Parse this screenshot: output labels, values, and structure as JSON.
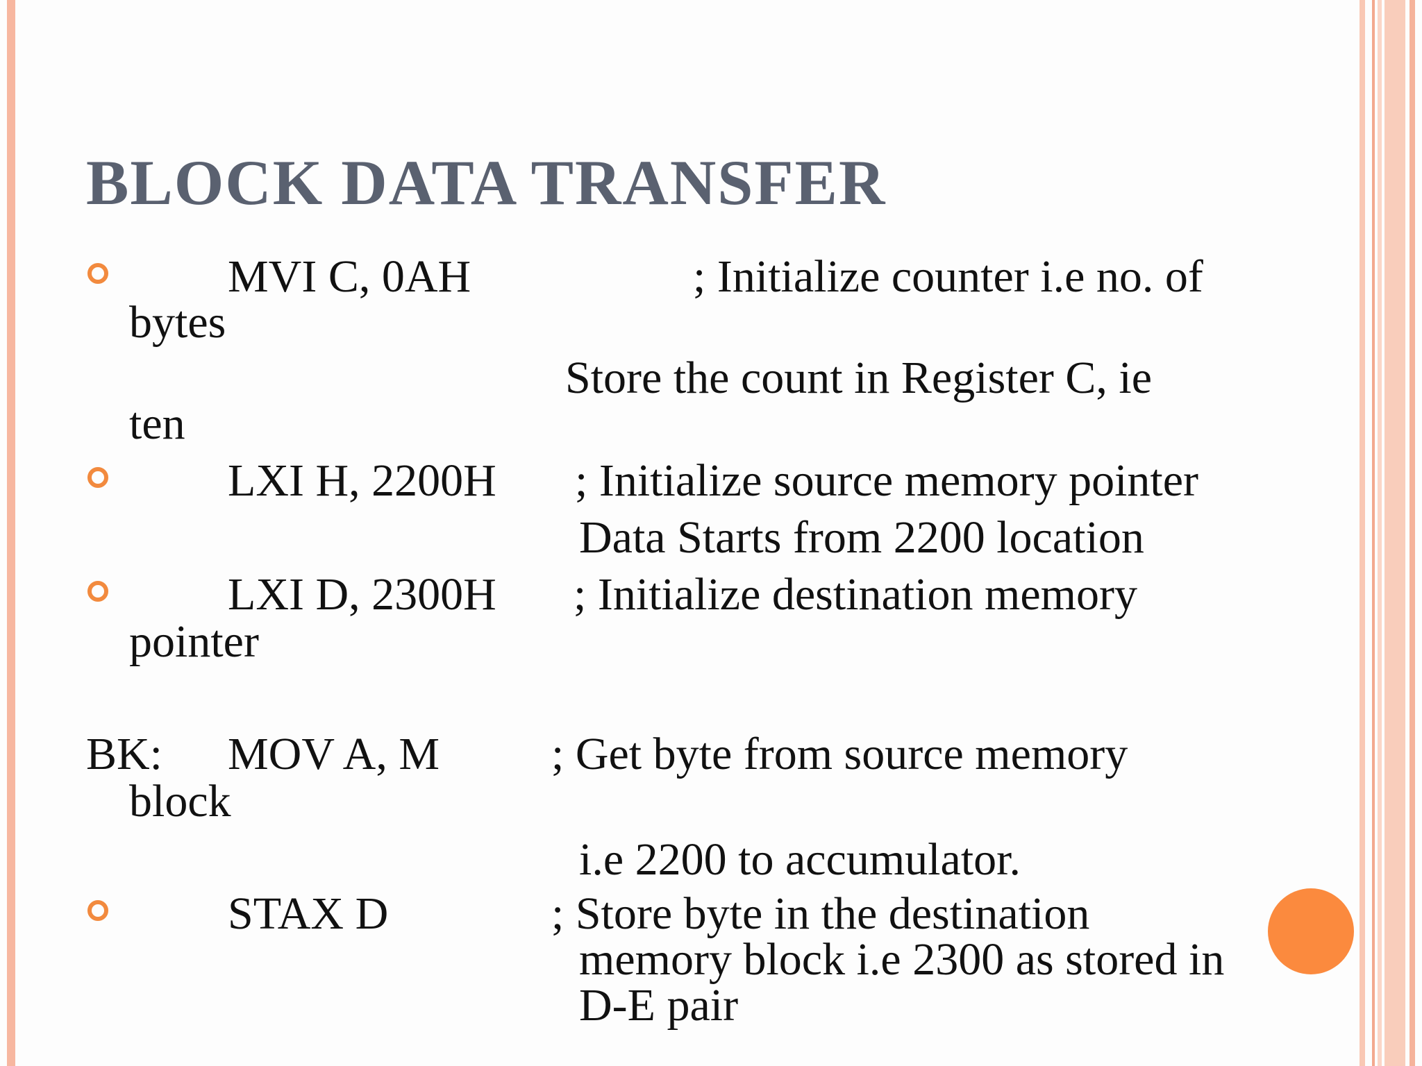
{
  "slide": {
    "title": "BLOCK DATA TRANSFER",
    "lines": {
      "l1_instr": "MVI C, 0AH",
      "l1_comment": "; Initialize counter i.e no. of",
      "l1_wrap": "bytes",
      "l2_comment": "Store the count in Register C, ie",
      "l2_wrap": "ten",
      "l3_instr": "LXI H, 2200H",
      "l3_comment": "; Initialize source memory pointer",
      "l3_comment2": "Data Starts from 2200 location",
      "l4_instr": "LXI D, 2300H",
      "l4_comment": "; Initialize destination memory",
      "l4_wrap": "pointer",
      "l5_label": "BK:",
      "l5_instr": "MOV A, M",
      "l5_comment": "; Get byte from source memory",
      "l5_wrap": "block",
      "l5_comment2": "i.e 2200 to accumulator.",
      "l6_instr": "STAX D",
      "l6_comment": "; Store byte in the destination",
      "l6_comment2": "memory block i.e 2300 as stored in",
      "l6_comment3": "D-E pair"
    },
    "colors": {
      "accent": "#f28a3e",
      "title": "#5a6170",
      "border": "#f7b7a0"
    }
  }
}
